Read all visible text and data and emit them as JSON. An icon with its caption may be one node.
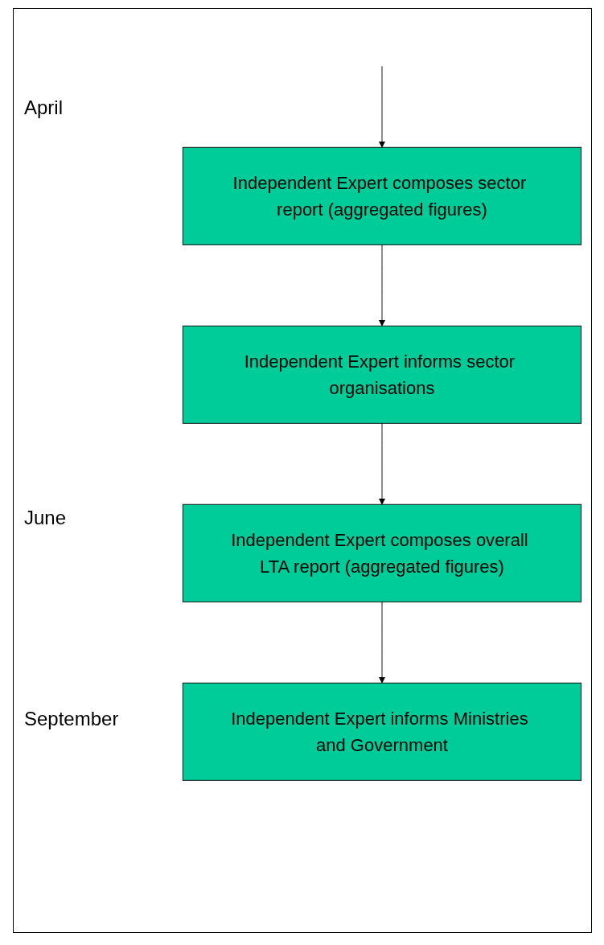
{
  "diagram": {
    "nodes": [
      {
        "text": [
          "Independent Expert composes sector report (aggregated figures)"
        ]
      },
      {
        "text": [
          "Independent Expert informs sector organisations"
        ]
      },
      {
        "text": [
          "Independent Expert composes overall LTA report (aggregated figures)"
        ]
      },
      {
        "text": [
          "Independent Expert informs Ministries and Government"
        ]
      }
    ],
    "edges": [
      {
        "from": null,
        "to": 0,
        "arrow": "to"
      },
      {
        "from": 0,
        "to": 1,
        "arrow": "to"
      },
      {
        "from": 1,
        "to": 2,
        "arrow": "to"
      },
      {
        "from": 2,
        "to": 3,
        "arrow": "to"
      }
    ],
    "labels": [
      "April",
      "June",
      "September"
    ]
  }
}
